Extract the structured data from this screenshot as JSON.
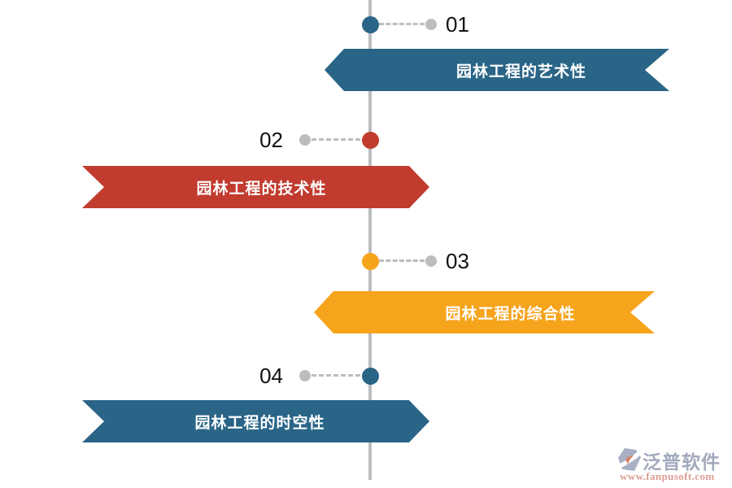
{
  "diagram": {
    "items": [
      {
        "number": "01",
        "label": "园林工程的艺术性",
        "color": "#2a6587"
      },
      {
        "number": "02",
        "label": "园林工程的技术性",
        "color": "#c13b2e"
      },
      {
        "number": "03",
        "label": "园林工程的综合性",
        "color": "#f7a41d"
      },
      {
        "number": "04",
        "label": "园林工程的时空性",
        "color": "#2a6587"
      }
    ],
    "line_color": "#bbbdc0",
    "connector_color": "#bdbdbd",
    "end_dot_color": "#bdbdbd",
    "number_color": "#101010",
    "label_text_color": "#ffffff"
  },
  "watermark": {
    "brand": "泛普软件",
    "url": "www.fanpusoft.com",
    "brand_color": "#a2a9bc",
    "url_color": "#de9d92",
    "mark_color": "#a9b0c3",
    "mark_accent_color": "#d4836a"
  }
}
